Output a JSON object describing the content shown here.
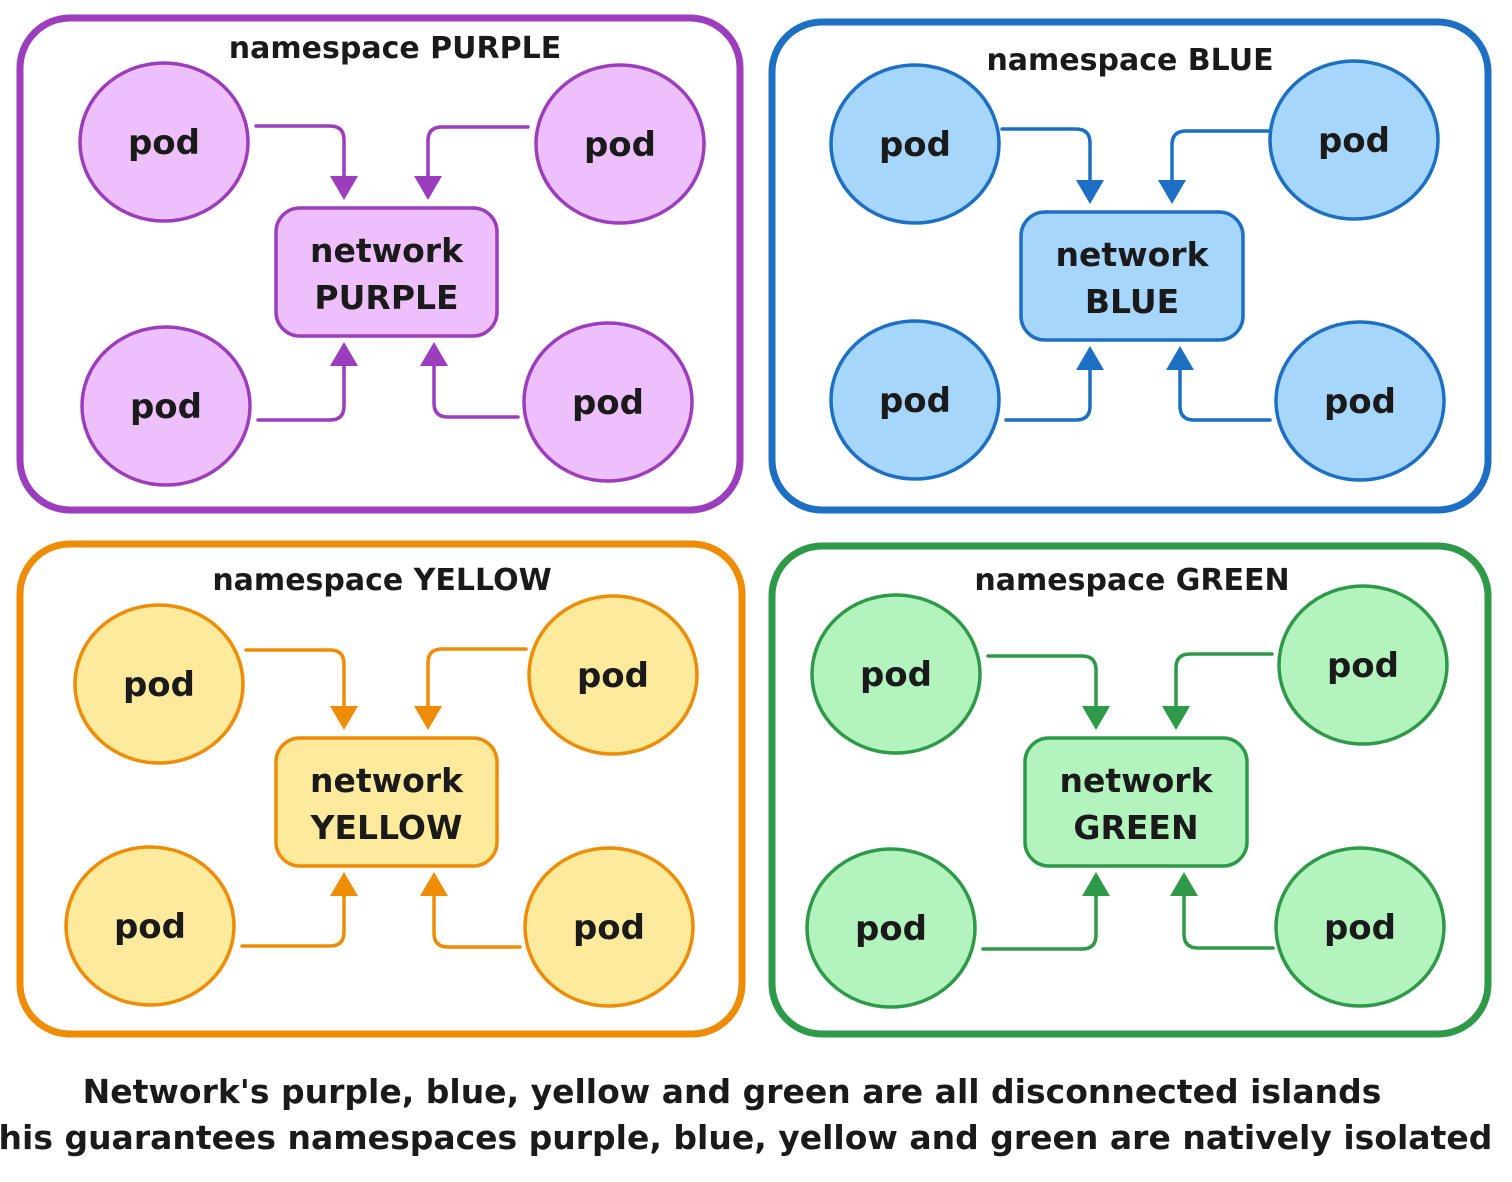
{
  "namespaces": [
    {
      "id": "purple",
      "title": "namespace PURPLE",
      "network_line1": "network",
      "network_line2": "PURPLE",
      "pod_label": "pod",
      "stroke": "#9b3dbd",
      "fill": "#eec0fb"
    },
    {
      "id": "blue",
      "title": "namespace BLUE",
      "network_line1": "network",
      "network_line2": "BLUE",
      "pod_label": "pod",
      "stroke": "#1c6fc2",
      "fill": "#a7d6fd"
    },
    {
      "id": "yellow",
      "title": "namespace YELLOW",
      "network_line1": "network",
      "network_line2": "YELLOW",
      "pod_label": "pod",
      "stroke": "#ee8c05",
      "fill": "#feea9c"
    },
    {
      "id": "green",
      "title": "namespace GREEN",
      "network_line1": "network",
      "network_line2": "GREEN",
      "pod_label": "pod",
      "stroke": "#2e9a49",
      "fill": "#b3f3bd"
    }
  ],
  "caption": {
    "line1": "Network's purple, blue, yellow and green are all disconnected islands",
    "line2": "This guarantees namespaces purple, blue, yellow and green are natively isolated"
  }
}
